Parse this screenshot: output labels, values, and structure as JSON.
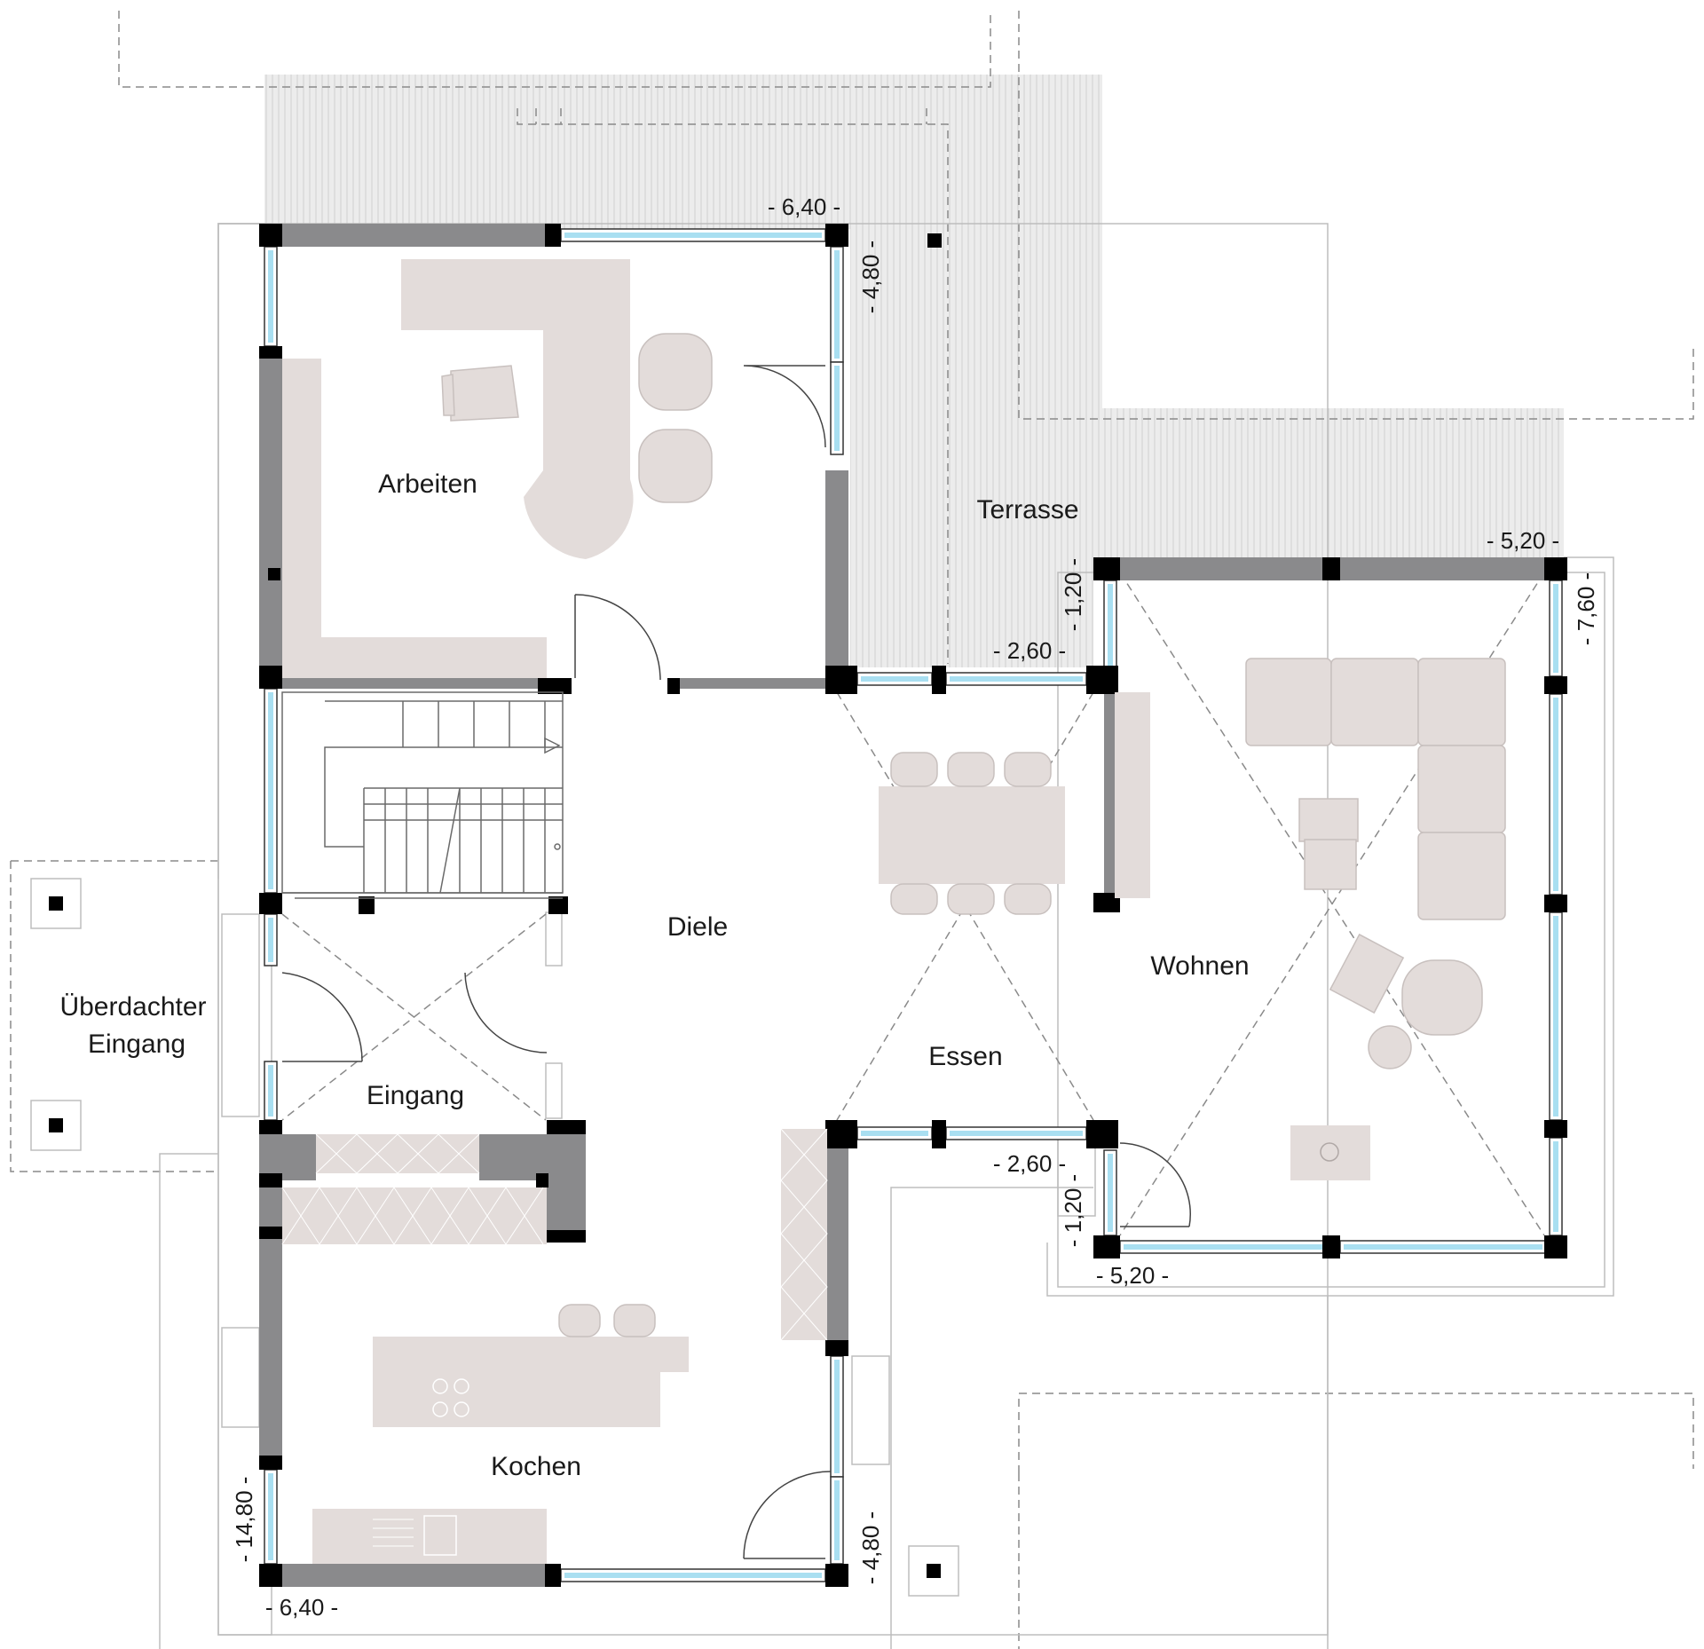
{
  "rooms": {
    "arbeiten": "Arbeiten",
    "terrasse": "Terrasse",
    "diele": "Diele",
    "wohnen": "Wohnen",
    "ueberdachter_eingang_line1": "Überdachter",
    "ueberdachter_eingang_line2": "Eingang",
    "essen": "Essen",
    "eingang": "Eingang",
    "kochen": "Kochen"
  },
  "dimensions": {
    "arbeiten_width": "- 6,40 -",
    "arbeiten_depth": "- 4,80 -",
    "wohnen_width_top": "- 5,20 -",
    "wohnen_depth": "- 7,60 -",
    "essen_width_top": "- 2,60 -",
    "essen_offset_top": "- 1,20 -",
    "essen_width_bottom": "- 2,60 -",
    "essen_offset_bottom": "- 1,20 -",
    "wohnen_width_bottom": "- 5,20 -",
    "house_depth": "- 14,80 -",
    "kochen_width": "- 6,40 -",
    "kochen_depth": "- 4,80 -"
  },
  "colors": {
    "wall": "#8a8a8c",
    "post": "#000000",
    "glass": "#a9dff1",
    "furniture": "#e3dcda",
    "terrace": "#e6e6e6"
  }
}
